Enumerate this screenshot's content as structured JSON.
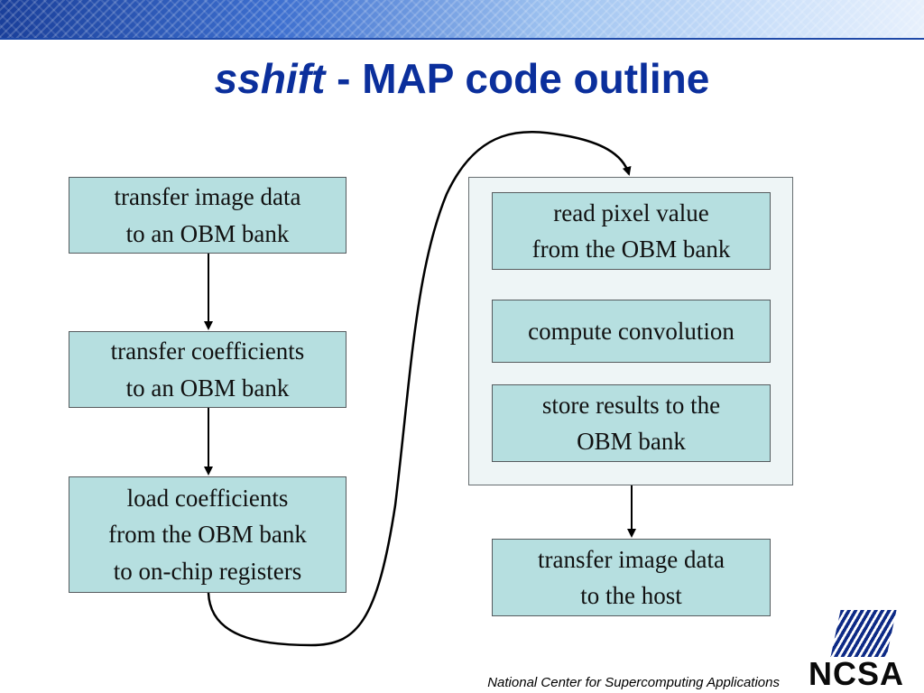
{
  "title": {
    "italic": "sshift",
    "rest": " - MAP code outline"
  },
  "steps": {
    "s1": "transfer image data\nto an OBM bank",
    "s2": "transfer coefficients\nto an OBM bank",
    "s3": "load coefficients\nfrom the OBM bank\nto on-chip registers",
    "loop1": "read pixel value\nfrom the OBM bank",
    "loop2": "compute convolution",
    "loop3": "store results to the\nOBM bank",
    "s4": "transfer image data\nto the host"
  },
  "footer": "National Center for Supercomputing Applications",
  "logo": "NCSA",
  "colors": {
    "title": "#0b2f9c",
    "box_fill": "#b6dfe0",
    "panel_fill": "#eef5f6"
  }
}
